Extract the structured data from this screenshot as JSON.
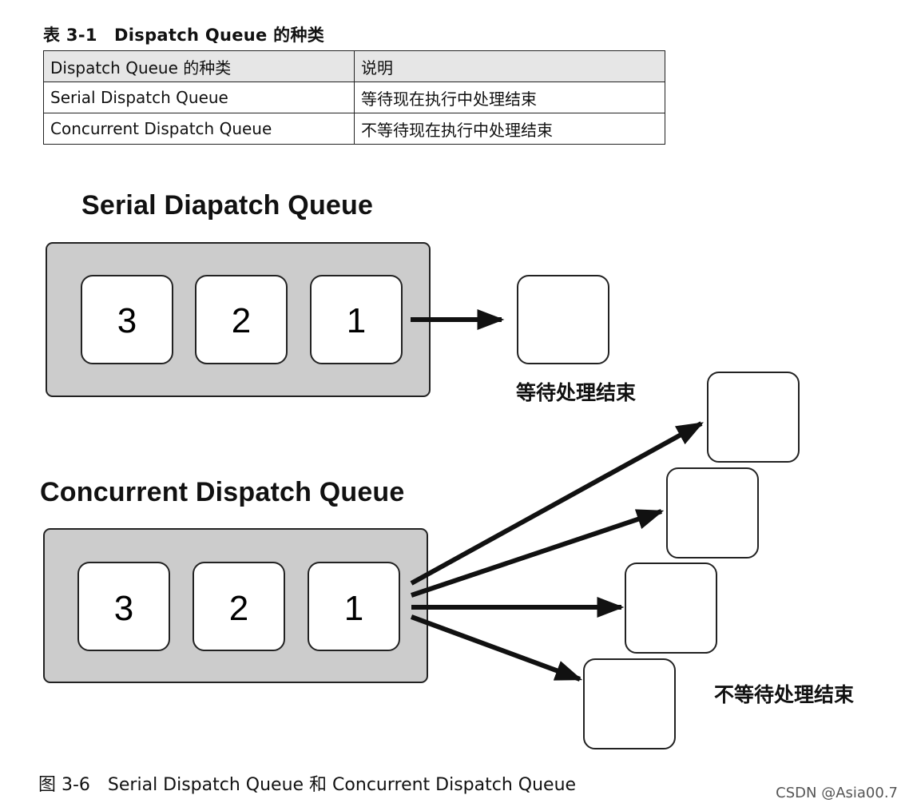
{
  "table": {
    "title": "表 3-1　Dispatch Queue 的种类",
    "headers": [
      "Dispatch Queue 的种类",
      "说明"
    ],
    "rows": [
      [
        "Serial Dispatch Queue",
        "等待现在执行中处理结束"
      ],
      [
        "Concurrent Dispatch Queue",
        "不等待现在执行中处理结束"
      ]
    ]
  },
  "serial": {
    "heading": "Serial Diapatch Queue",
    "tasks": [
      "3",
      "2",
      "1"
    ],
    "note": "等待处理结束"
  },
  "concurrent": {
    "heading": "Concurrent Dispatch Queue",
    "tasks": [
      "3",
      "2",
      "1"
    ],
    "note": "不等待处理结束"
  },
  "caption": "图 3-6　Serial Dispatch Queue 和 Concurrent Dispatch Queue",
  "watermark": "CSDN @Asia00.7",
  "colors": {
    "queue_fill": "#cccccc",
    "stroke": "#222222",
    "task_fill": "#ffffff"
  }
}
